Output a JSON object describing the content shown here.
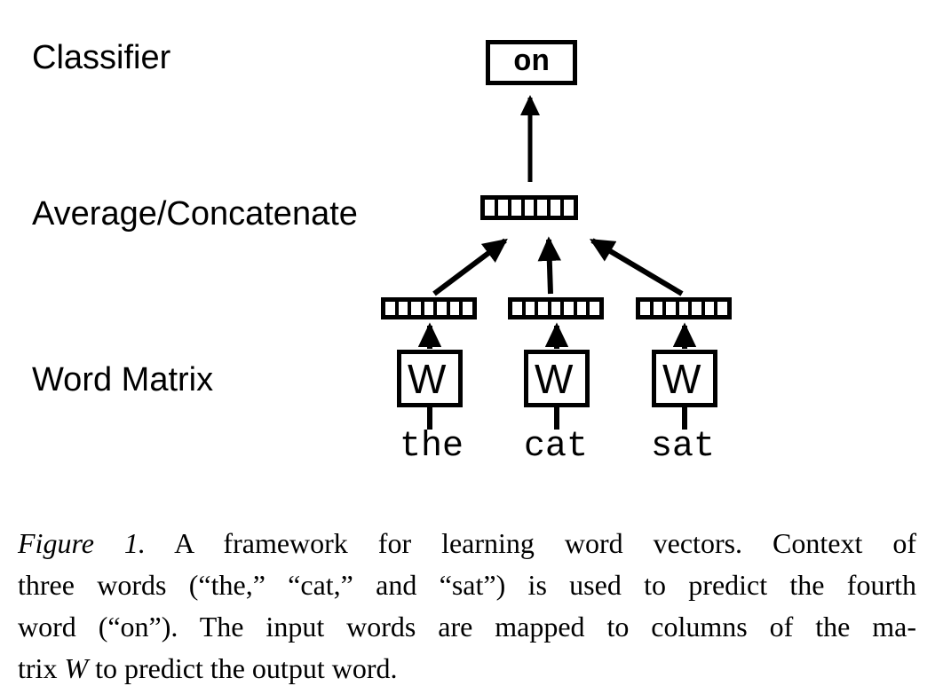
{
  "figure": {
    "diagram": {
      "labels": {
        "classifier": "Classifier",
        "average_concatenate": "Average/Concatenate",
        "word_matrix": "Word Matrix"
      },
      "output_word": "on",
      "matrix_label": "W",
      "input_words": [
        "the",
        "cat",
        "sat"
      ],
      "vector_cells": 7,
      "colors": {
        "ink": "#000000",
        "background": "#ffffff"
      }
    },
    "caption": {
      "lines": [
        {
          "italic": "Figure 1.",
          "rest": " A framework for learning word vectors.  Context of"
        },
        {
          "text": "three words (“the,” “cat,” and “sat”) is used to predict the fourth"
        },
        {
          "text": "word (“on”). The input words are mapped to columns of the ma-"
        },
        {
          "pre": "trix ",
          "math": "W",
          "post": " to predict the output word."
        }
      ]
    }
  }
}
